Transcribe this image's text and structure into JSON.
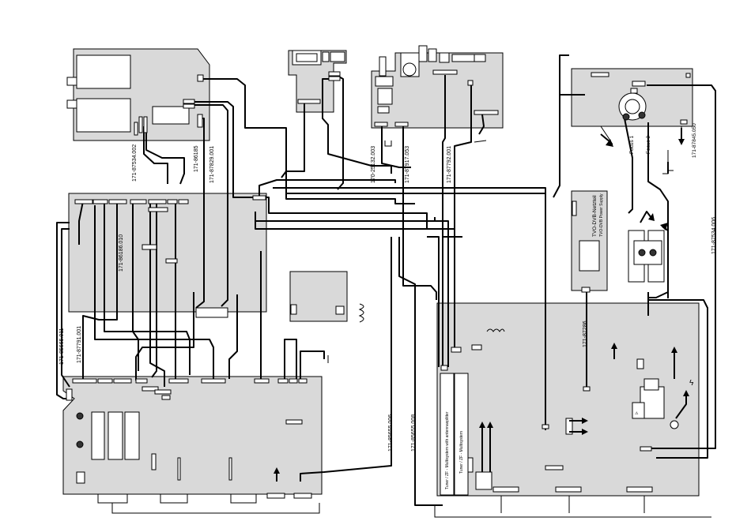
{
  "labels": {
    "p171_87534_002": "171-87534.002",
    "p171_86185": "171-86185",
    "p171_87829_001": "171-87829.001",
    "p170_25132_003": "170-25132.003",
    "p171_87917_053": "171-87917.053",
    "p171_87792_001": "171-87792.001",
    "p171_87845_050": "171-87845.050",
    "p171_87534_006": "171-87534.006",
    "focus1": "Focus 1",
    "focus2": "Focus 2",
    "p171_86186_010": "171-86186.010",
    "p171_85665_011": "171-85665.011",
    "p171_87791_001": "171-87791.001",
    "p171_85655_006": "171-85655.006",
    "p171_85655_008": "171-85655.008",
    "tvo_dvb": "TVO-DVB-Netzteil",
    "tvo_dvb_sub": "TVO-DVB Power Supply",
    "p171_87286": "171-87286",
    "tuner1": "Tuner / ZF - Multisystem with antennasplitter",
    "tuner2": "Tuner / ZF - Multisystem"
  },
  "colors": {
    "board": "#d9d9d9",
    "wire": "#000000",
    "background": "#ffffff"
  }
}
